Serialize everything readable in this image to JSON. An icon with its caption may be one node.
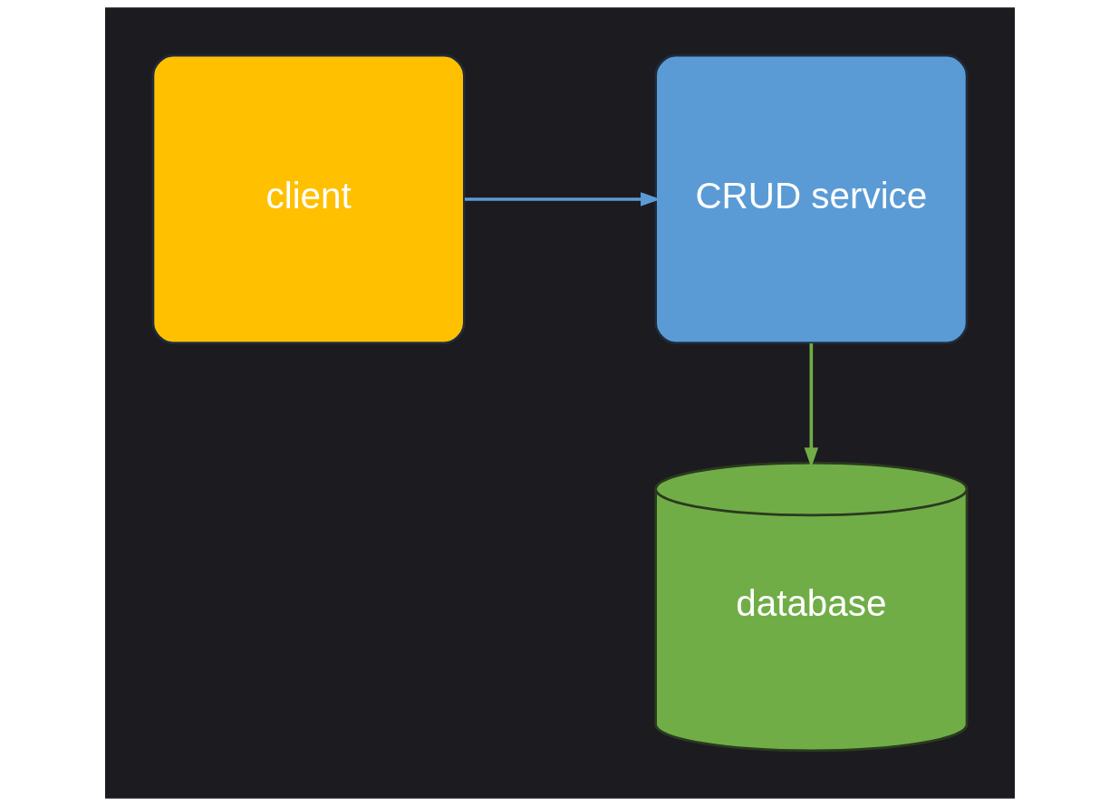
{
  "diagram": {
    "nodes": [
      {
        "text": [
          "client"
        ]
      },
      {
        "text": [
          "CRUD service"
        ]
      },
      {
        "text": [
          "database"
        ]
      }
    ],
    "edges": [
      {
        "from": 0,
        "to": 1,
        "arrow": "to",
        "color": "#5b9bd5"
      },
      {
        "from": 1,
        "to": 2,
        "arrow": "to",
        "color": "#70ad47"
      }
    ]
  }
}
